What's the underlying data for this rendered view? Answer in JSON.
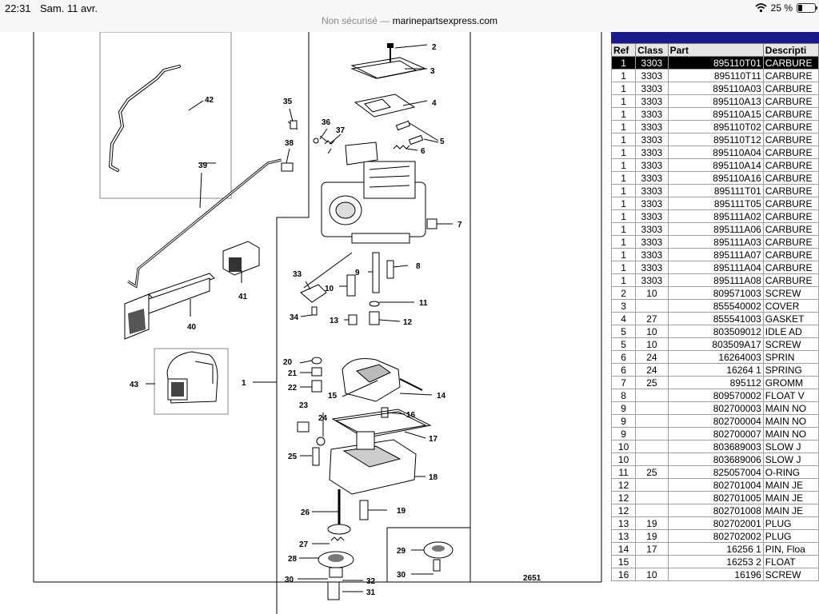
{
  "status_bar": {
    "time": "22:31",
    "date": "Sam. 11 avr.",
    "security": "Non sécurisé —",
    "host": "marinepartsexpress.com",
    "battery": "25 %",
    "battery_fraction": 0.25
  },
  "diagram": {
    "page_number": "2651",
    "callouts": [
      "1",
      "2",
      "3",
      "4",
      "5",
      "6",
      "7",
      "8",
      "9",
      "10",
      "11",
      "12",
      "13",
      "14",
      "15",
      "16",
      "17",
      "18",
      "19",
      "20",
      "21",
      "22",
      "23",
      "24",
      "25",
      "26",
      "27",
      "28",
      "29",
      "30",
      "30",
      "31",
      "32",
      "33",
      "34",
      "35",
      "36",
      "37",
      "38",
      "39",
      "40",
      "41",
      "42",
      "43"
    ]
  },
  "parts_table": {
    "headers": [
      "Ref",
      "Class",
      "Part",
      "Descripti"
    ],
    "selected_row": 0,
    "rows": [
      [
        "1",
        "3303",
        "895110T01",
        "CARBURE"
      ],
      [
        "1",
        "3303",
        "895110T11",
        "CARBURE"
      ],
      [
        "1",
        "3303",
        "895110A03",
        "CARBURE"
      ],
      [
        "1",
        "3303",
        "895110A13",
        "CARBURE"
      ],
      [
        "1",
        "3303",
        "895110A15",
        "CARBURE"
      ],
      [
        "1",
        "3303",
        "895110T02",
        "CARBURE"
      ],
      [
        "1",
        "3303",
        "895110T12",
        "CARBURE"
      ],
      [
        "1",
        "3303",
        "895110A04",
        "CARBURE"
      ],
      [
        "1",
        "3303",
        "895110A14",
        "CARBURE"
      ],
      [
        "1",
        "3303",
        "895110A16",
        "CARBURE"
      ],
      [
        "1",
        "3303",
        "895111T01",
        "CARBURE"
      ],
      [
        "1",
        "3303",
        "895111T05",
        "CARBURE"
      ],
      [
        "1",
        "3303",
        "895111A02",
        "CARBURE"
      ],
      [
        "1",
        "3303",
        "895111A06",
        "CARBURE"
      ],
      [
        "1",
        "3303",
        "895111A03",
        "CARBURE"
      ],
      [
        "1",
        "3303",
        "895111A07",
        "CARBURE"
      ],
      [
        "1",
        "3303",
        "895111A04",
        "CARBURE"
      ],
      [
        "1",
        "3303",
        "895111A08",
        "CARBURE"
      ],
      [
        "2",
        "10",
        "809571003",
        "SCREW"
      ],
      [
        "3",
        "",
        "855540002",
        "COVER"
      ],
      [
        "4",
        "27",
        "855541003",
        "GASKET"
      ],
      [
        "5",
        "10",
        "803509012",
        "IDLE AD"
      ],
      [
        "5",
        "10",
        "803509A17",
        "SCREW"
      ],
      [
        "6",
        "24",
        "16264003",
        "SPRIN"
      ],
      [
        "6",
        "24",
        "16264  1",
        "SPRING"
      ],
      [
        "7",
        "25",
        "895112",
        "GROMM"
      ],
      [
        "8",
        "",
        "809570002",
        "FLOAT V"
      ],
      [
        "9",
        "",
        "802700003",
        "MAIN NO"
      ],
      [
        "9",
        "",
        "802700004",
        "MAIN NO"
      ],
      [
        "9",
        "",
        "802700007",
        "MAIN NO"
      ],
      [
        "10",
        "",
        "803689003",
        "SLOW J"
      ],
      [
        "10",
        "",
        "803689006",
        "SLOW J"
      ],
      [
        "11",
        "25",
        "825057004",
        "O-RING"
      ],
      [
        "12",
        "",
        "802701004",
        "MAIN JE"
      ],
      [
        "12",
        "",
        "802701005",
        "MAIN JE"
      ],
      [
        "12",
        "",
        "802701008",
        "MAIN JE"
      ],
      [
        "13",
        "19",
        "802702001",
        "PLUG"
      ],
      [
        "13",
        "19",
        "802702002",
        "PLUG"
      ],
      [
        "14",
        "17",
        "16256  1",
        "PIN, Floa"
      ],
      [
        "15",
        "",
        "16253  2",
        "FLOAT"
      ],
      [
        "16",
        "10",
        "16196",
        "SCREW"
      ]
    ]
  }
}
